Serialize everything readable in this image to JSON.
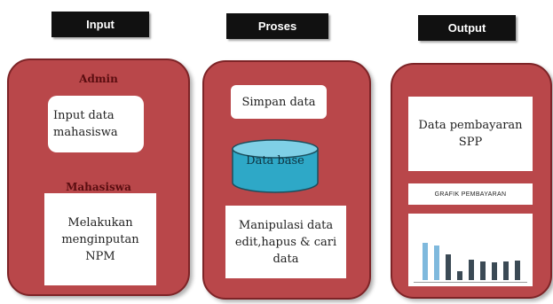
{
  "headers": {
    "input": "Input",
    "proses": "Proses",
    "output": "Output"
  },
  "input": {
    "admin_label": "Admin",
    "admin_box": "Input data mahasiswa",
    "mahasiswa_label": "Mahasiswa",
    "mahasiswa_box": "Melakukan menginputan NPM"
  },
  "proses": {
    "simpan": "Simpan data",
    "database": "Data base",
    "manipulasi": "Manipulasi data edit,hapus & cari data"
  },
  "output": {
    "data_box": "Data pembayaran SPP",
    "grafik_label": "GRAFIK PEMBAYARAN",
    "chart_bars": [
      0.8,
      0.75,
      0.55,
      0.2,
      0.45,
      0.4,
      0.38,
      0.4,
      0.42
    ]
  },
  "colors": {
    "panel_fill": "#b9474a",
    "panel_border": "#7d2427",
    "header_fill": "#111111",
    "db_fill": "#2ea8c7",
    "bar_dark": "#3b4a55",
    "bar_light": "#7fb9dd"
  }
}
